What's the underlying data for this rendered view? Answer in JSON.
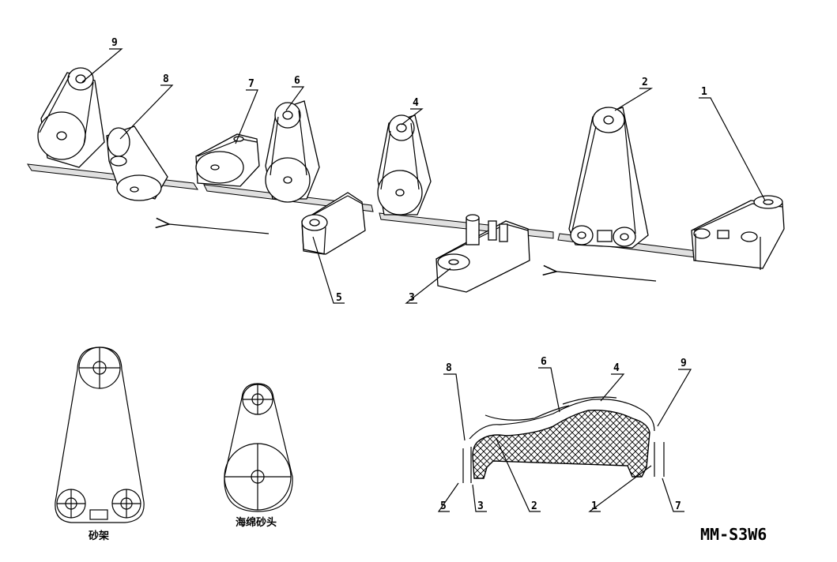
{
  "conveyor_labels": [
    "9",
    "8",
    "7",
    "6",
    "4",
    "2",
    "1",
    "5",
    "3"
  ],
  "profile_labels": [
    "8",
    "6",
    "4",
    "9",
    "5",
    "3",
    "2",
    "1",
    "7"
  ],
  "captions": {
    "sanding_frame": "砂架",
    "sponge_sanding_head": "海绵砂头"
  },
  "model_code": "MM-S3W6",
  "colors": {
    "line": "#000000",
    "rail": "#e0e0e0",
    "background": "#ffffff"
  }
}
